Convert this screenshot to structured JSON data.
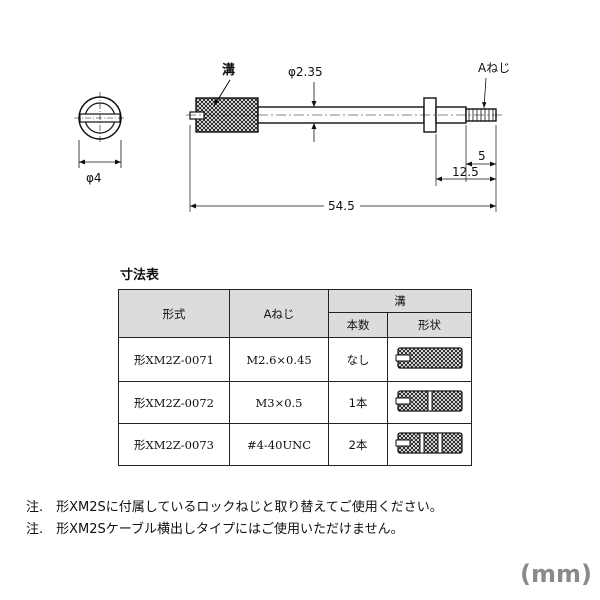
{
  "drawing": {
    "groove_label": "溝",
    "shaft_dia_label": "φ2.35",
    "thread_label": "Aねじ",
    "end_dia_label": "φ4",
    "dim_thread_len": "5",
    "dim_step_len": "12.5",
    "dim_total_len": "54.5"
  },
  "table": {
    "title": "寸法表",
    "headers": {
      "model": "形式",
      "thread": "Aねじ",
      "groove": "溝",
      "count": "本数",
      "shape": "形状"
    },
    "rows": [
      {
        "model": "形XM2Z-0071",
        "thread": "M2.6×0.45",
        "count": "なし",
        "slots": 0
      },
      {
        "model": "形XM2Z-0072",
        "thread": "M3×0.5",
        "count": "1本",
        "slots": 1
      },
      {
        "model": "形XM2Z-0073",
        "thread": "#4-40UNC",
        "count": "2本",
        "slots": 2
      }
    ]
  },
  "notes": [
    "注.　形XM2Sに付属しているロックねじと取り替えてご使用ください。",
    "注.　形XM2Sケーブル横出しタイプにはご使用いただけません。"
  ],
  "unit": "(mm)"
}
